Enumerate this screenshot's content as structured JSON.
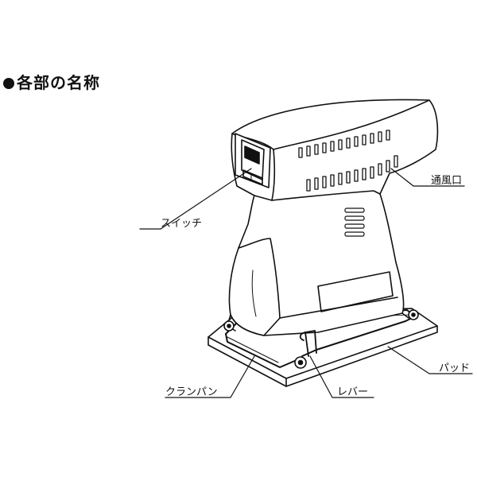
{
  "title": "各部の名称",
  "labels": {
    "vent": "通風口",
    "switch": "スイッチ",
    "pad": "パッド",
    "clamp": "クランパン",
    "lever": "レバー"
  }
}
